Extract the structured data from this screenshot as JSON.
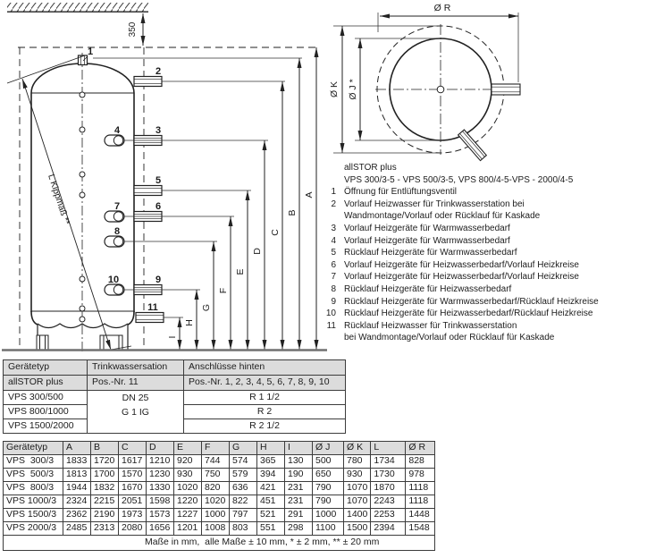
{
  "colors": {
    "line": "#222222",
    "floor": "#707070",
    "table_header_bg": "#dcdcdc"
  },
  "drawing": {
    "ceiling_offset_label": "350",
    "tilt_label": "L Kippmaß **",
    "connection_numbers": [
      "1",
      "2",
      "3",
      "4",
      "5",
      "6",
      "7",
      "8",
      "9",
      "10",
      "11"
    ],
    "dim_letters": [
      "A",
      "B",
      "C",
      "D",
      "E",
      "F",
      "G",
      "H",
      "I"
    ],
    "top_view": {
      "diameter_r": "Ø R",
      "diameter_k": "Ø K",
      "diameter_j": "Ø J *"
    }
  },
  "legend": {
    "title_line1": "allSTOR plus",
    "title_line2": "VPS 300/3-5 - VPS 500/3-5, VPS 800/4-5-VPS - 2000/4-5",
    "items": [
      {
        "num": "1",
        "lines": [
          "Öffnung für Entlüftungsventil"
        ]
      },
      {
        "num": "2",
        "lines": [
          "Vorlauf Heizwasser für Trinkwasserstation bei",
          "Wandmontage/Vorlauf oder Rücklauf für Kaskade"
        ]
      },
      {
        "num": "3",
        "lines": [
          "Vorlauf Heizgeräte für Warmwasserbedarf"
        ]
      },
      {
        "num": "4",
        "lines": [
          "Vorlauf Heizgeräte für Warmwasserbedarf"
        ]
      },
      {
        "num": "5",
        "lines": [
          "Rücklauf Heizgeräte für Warmwasserbedarf"
        ]
      },
      {
        "num": "6",
        "lines": [
          "Vorlauf Heizgeräte für Heizwasserbedarf/Vorlauf Heizkreise"
        ]
      },
      {
        "num": "7",
        "lines": [
          "Vorlauf Heizgeräte für Heizwasserbedarf/Vorlauf Heizkreise"
        ]
      },
      {
        "num": "8",
        "lines": [
          "Rücklauf Heizgeräte für Heizwasserbedarf"
        ]
      },
      {
        "num": "9",
        "lines": [
          "Rücklauf Heizgeräte für Warmwasserbedarf/Rücklauf Heizkreise"
        ]
      },
      {
        "num": "10",
        "lines": [
          "Rücklauf Heizgeräte für Heizwasserbedarf/Rücklauf Heizkreise"
        ]
      },
      {
        "num": "11",
        "lines": [
          "Rücklauf Heizwasser für Trinkwasserstation",
          "bei Wandmontage/Vorlauf oder Rücklauf für Kaskade"
        ]
      }
    ]
  },
  "connections_table": {
    "col1_header_line1": "Gerätetyp",
    "col1_header_line2": "allSTOR plus",
    "col2_header_line1": "Trinkwassersation",
    "col2_header_line2": "Pos.-Nr. 11",
    "col3_header_line1": "Anschlüsse hinten",
    "col3_header_line2": "Pos.-Nr. 1, 2, 3, 4, 5, 6, 7, 8, 9, 10",
    "station_cell_lines": [
      "DN 25",
      "G 1 IG"
    ],
    "rows": [
      {
        "model": "VPS 300/500",
        "thread": "R 1 1/2"
      },
      {
        "model": "VPS 800/1000",
        "thread": "R 2"
      },
      {
        "model": "VPS 1500/2000",
        "thread": "R 2 1/2"
      }
    ]
  },
  "dimensions_table": {
    "headers": [
      "Gerätetyp",
      "A",
      "B",
      "C",
      "D",
      "E",
      "F",
      "G",
      "H",
      "I",
      "Ø J",
      "Ø K",
      "L",
      "Ø R"
    ],
    "rows": [
      [
        "VPS  300/3",
        "1833",
        "1720",
        "1617",
        "1210",
        "920",
        "744",
        "574",
        "365",
        "130",
        "500",
        "780",
        "1734",
        "828"
      ],
      [
        "VPS  500/3",
        "1813",
        "1700",
        "1570",
        "1230",
        "930",
        "750",
        "579",
        "394",
        "190",
        "650",
        "930",
        "1730",
        "978"
      ],
      [
        "VPS  800/3",
        "1944",
        "1832",
        "1670",
        "1330",
        "1020",
        "820",
        "636",
        "421",
        "231",
        "790",
        "1070",
        "1870",
        "1118"
      ],
      [
        "VPS 1000/3",
        "2324",
        "2215",
        "2051",
        "1598",
        "1220",
        "1020",
        "822",
        "451",
        "231",
        "790",
        "1070",
        "2243",
        "1118"
      ],
      [
        "VPS 1500/3",
        "2362",
        "2190",
        "1973",
        "1573",
        "1227",
        "1000",
        "797",
        "521",
        "291",
        "1000",
        "1400",
        "2253",
        "1448"
      ],
      [
        "VPS 2000/3",
        "2485",
        "2313",
        "2080",
        "1656",
        "1201",
        "1008",
        "803",
        "551",
        "298",
        "1100",
        "1500",
        "2394",
        "1548"
      ]
    ],
    "footnote": "Maße in mm,  alle Maße ± 10 mm, * ± 2 mm, ** ± 20 mm"
  }
}
